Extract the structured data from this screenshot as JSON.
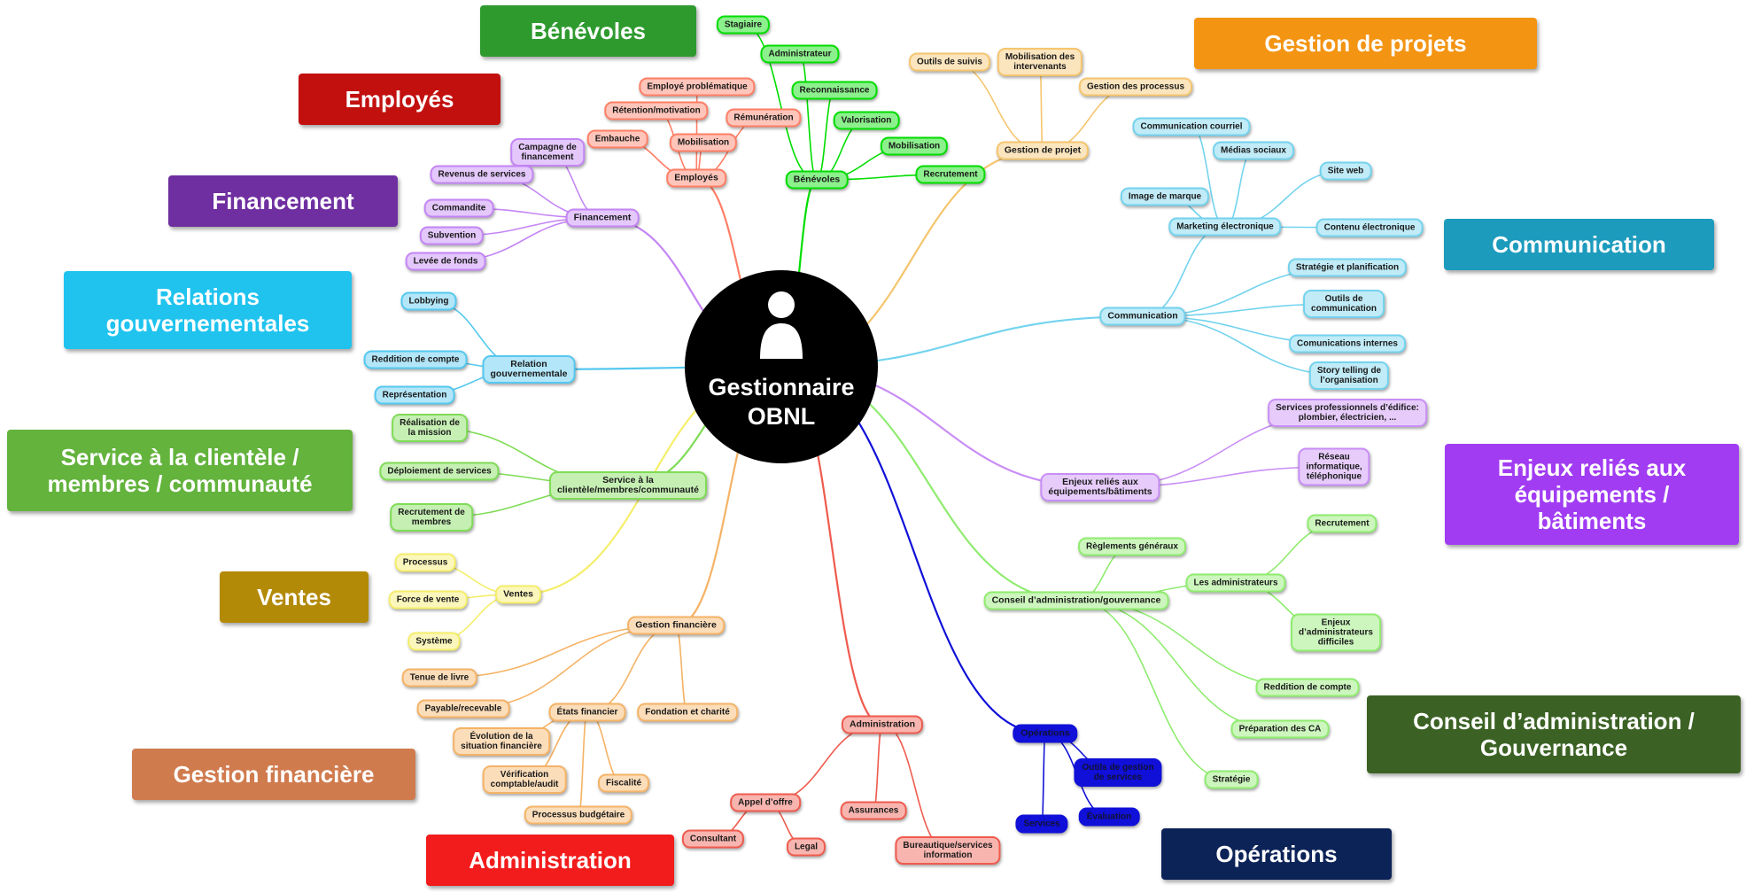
{
  "center": {
    "label": "Gestionnaire\nOBNL"
  },
  "colors": {
    "benevoles": "#00dd00",
    "employes": "#ff7f66",
    "financement": "#c485f5",
    "relation": "#55c8ef",
    "service": "#7fdc56",
    "ventes": "#f5ee6a",
    "gestfin": "#f5b366",
    "admin": "#ef5b4e",
    "operations": "#1010d8",
    "conseil": "#8fec6f",
    "enjeux": "#c98ef5",
    "communication": "#73d3ee",
    "projet": "#f5c56e"
  },
  "banners": [
    {
      "id": "benevoles",
      "label": "Bénévoles",
      "color": "#2e9a2e"
    },
    {
      "id": "employes",
      "label": "Employés",
      "color": "#c2100f"
    },
    {
      "id": "financement",
      "label": "Financement",
      "color": "#6f2fa0"
    },
    {
      "id": "relation",
      "label": "Relations\ngouvernementales",
      "color": "#1fc3ee"
    },
    {
      "id": "service",
      "label": "Service à la clientèle /\nmembres / communauté",
      "color": "#63b33d"
    },
    {
      "id": "ventes",
      "label": "Ventes",
      "color": "#b38a08"
    },
    {
      "id": "gestfin",
      "label": "Gestion financière",
      "color": "#d07b4e"
    },
    {
      "id": "admin",
      "label": "Administration",
      "color": "#f21c1c"
    },
    {
      "id": "operations",
      "label": "Opérations",
      "color": "#0c2358"
    },
    {
      "id": "conseil",
      "label": "Conseil d’administration /\nGouvernance",
      "color": "#3b6224"
    },
    {
      "id": "enjeux",
      "label": "Enjeux reliés aux\néquipements /\nbâtiments",
      "color": "#a13cf3"
    },
    {
      "id": "communication",
      "label": "Communication",
      "color": "#1c9bbd"
    },
    {
      "id": "projets",
      "label": "Gestion de projets",
      "color": "#f39412"
    }
  ],
  "branches": [
    {
      "id": "benevoles",
      "label": "Bénévoles",
      "color": "benevoles",
      "children": [
        {
          "id": "b1",
          "label": "Stagiaire"
        },
        {
          "id": "b2",
          "label": "Administrateur"
        },
        {
          "id": "b3",
          "label": "Reconnaissance"
        },
        {
          "id": "b4",
          "label": "Valorisation"
        },
        {
          "id": "b5",
          "label": "Mobilisation"
        },
        {
          "id": "b6",
          "label": "Recrutement"
        }
      ]
    },
    {
      "id": "employes",
      "label": "Employés",
      "color": "employes",
      "children": [
        {
          "id": "e1",
          "label": "Employé problématique"
        },
        {
          "id": "e2",
          "label": "Rétention/motivation"
        },
        {
          "id": "e3",
          "label": "Rémunération"
        },
        {
          "id": "e4",
          "label": "Embauche"
        },
        {
          "id": "e5",
          "label": "Mobilisation"
        }
      ]
    },
    {
      "id": "financement",
      "label": "Financement",
      "color": "financement",
      "children": [
        {
          "id": "f1",
          "label": "Campagne de\nfinancement"
        },
        {
          "id": "f2",
          "label": "Revenus de services"
        },
        {
          "id": "f3",
          "label": "Commandite"
        },
        {
          "id": "f4",
          "label": "Subvention"
        },
        {
          "id": "f5",
          "label": "Levée de fonds"
        }
      ]
    },
    {
      "id": "relation",
      "label": "Relation\ngouvernementale",
      "color": "relation",
      "children": [
        {
          "id": "r1",
          "label": "Lobbying"
        },
        {
          "id": "r2",
          "label": "Reddition de compte"
        },
        {
          "id": "r3",
          "label": "Représentation"
        }
      ]
    },
    {
      "id": "service",
      "label": "Service à la\nclientèle/membres/communauté",
      "color": "service",
      "children": [
        {
          "id": "s1",
          "label": "Réalisation de\nla mission"
        },
        {
          "id": "s2",
          "label": "Déploiement de services"
        },
        {
          "id": "s3",
          "label": "Recrutement de\nmembres"
        }
      ]
    },
    {
      "id": "ventes",
      "label": "Ventes",
      "color": "ventes",
      "children": [
        {
          "id": "v1",
          "label": "Processus"
        },
        {
          "id": "v2",
          "label": "Force de vente"
        },
        {
          "id": "v3",
          "label": "Système"
        }
      ]
    },
    {
      "id": "gestfin",
      "label": "Gestion financière",
      "color": "gestfin",
      "children": [
        {
          "id": "g1",
          "label": "Tenue de livre"
        },
        {
          "id": "g2",
          "label": "Payable/recevable"
        },
        {
          "id": "g3",
          "label": "États financier",
          "children": [
            {
              "id": "g31",
              "label": "Évolution de la\nsituation financière"
            },
            {
              "id": "g32",
              "label": "Vérification\ncomptable/audit"
            },
            {
              "id": "g33",
              "label": "Fiscalité"
            },
            {
              "id": "g34",
              "label": "Processus budgétaire"
            }
          ]
        },
        {
          "id": "g4",
          "label": "Fondation et charité"
        }
      ]
    },
    {
      "id": "admin",
      "label": "Administration",
      "color": "admin",
      "children": [
        {
          "id": "a1",
          "label": "Appel d’offre",
          "children": [
            {
              "id": "a11",
              "label": "Consultant"
            },
            {
              "id": "a12",
              "label": "Legal"
            }
          ]
        },
        {
          "id": "a2",
          "label": "Assurances"
        },
        {
          "id": "a3",
          "label": "Bureautique/services\ninformation"
        }
      ]
    },
    {
      "id": "operations",
      "label": "Opérations",
      "color": "operations",
      "children": [
        {
          "id": "o1",
          "label": "Outils de gestion\nde services"
        },
        {
          "id": "o2",
          "label": "Évaluation"
        },
        {
          "id": "o3",
          "label": "Services"
        }
      ]
    },
    {
      "id": "conseil",
      "label": "Conseil d’administration/gouvernance",
      "color": "conseil",
      "children": [
        {
          "id": "c1",
          "label": "Règlements généraux"
        },
        {
          "id": "c2",
          "label": "Les administrateurs",
          "children": [
            {
              "id": "c21",
              "label": "Recrutement"
            },
            {
              "id": "c22",
              "label": "Enjeux\nd’administrateurs\ndifficiles"
            }
          ]
        },
        {
          "id": "c3",
          "label": "Reddition de compte"
        },
        {
          "id": "c4",
          "label": "Préparation des CA"
        },
        {
          "id": "c5",
          "label": "Stratégie"
        }
      ]
    },
    {
      "id": "enjeux",
      "label": "Enjeux reliés aux\néquipements/bâtiments",
      "color": "enjeux",
      "children": [
        {
          "id": "q1",
          "label": "Services professionnels d’édifice:\nplombier, électricien, ..."
        },
        {
          "id": "q2",
          "label": "Réseau\ninformatique,\ntéléphonique"
        }
      ]
    },
    {
      "id": "communication",
      "label": "Communication",
      "color": "communication",
      "children": [
        {
          "id": "m1",
          "label": "Marketing électronique",
          "children": [
            {
              "id": "m11",
              "label": "Communication courriel"
            },
            {
              "id": "m12",
              "label": "Médias sociaux"
            },
            {
              "id": "m13",
              "label": "Site web"
            },
            {
              "id": "m14",
              "label": "Contenu électronique"
            },
            {
              "id": "m15",
              "label": "Image de marque"
            }
          ]
        },
        {
          "id": "m2",
          "label": "Stratégie et planification"
        },
        {
          "id": "m3",
          "label": "Outils de\ncommunication"
        },
        {
          "id": "m4",
          "label": "Comunications internes"
        },
        {
          "id": "m5",
          "label": "Story telling de\nl’organisation"
        }
      ]
    },
    {
      "id": "projet",
      "label": "Gestion de projet",
      "color": "projet",
      "children": [
        {
          "id": "p1",
          "label": "Outils de suivis"
        },
        {
          "id": "p2",
          "label": "Mobilisation des\nintervenants"
        },
        {
          "id": "p3",
          "label": "Gestion des processus"
        }
      ]
    }
  ]
}
